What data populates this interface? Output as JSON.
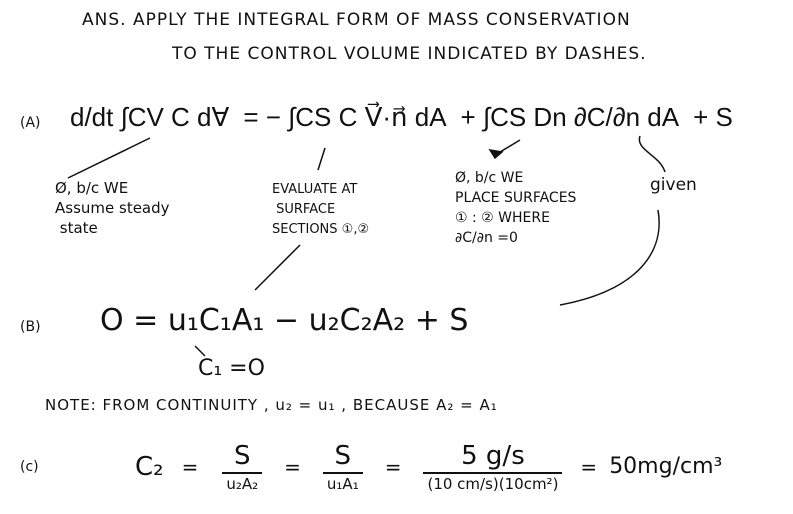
{
  "header": {
    "line1": "ANS.  APPLY  THE  INTEGRAL  FORM  OF  MASS  CONSERVATION",
    "line2": "TO  THE  CONTROL  VOLUME  INDICATED  BY  DASHES."
  },
  "eq_a": {
    "label": "(A)",
    "lhs": "d/dt ∫CV C d∀",
    "term1": "= − ∫CS C V⃗·n⃗ dA",
    "term2": "+ ∫CS Dn ∂C/∂n dA",
    "term3": "+ S",
    "note_lhs": "Ø, b/c WE\nAssume steady\n state",
    "note_term1": "EVALUATE AT\n SURFACE\nSECTIONS ①,②",
    "note_term2": "Ø, b/c WE\nPLACE SURFACES\n① : ② WHERE\n∂C/∂n =0",
    "note_term3": "given"
  },
  "eq_b": {
    "label": "(B)",
    "equation": "O  =  u₁C₁A₁ − u₂C₂A₂   +  S",
    "note": "C₁ =O"
  },
  "note_line": "NOTE:  FROM  CONTINUITY  ,  u₂ = u₁  ,  BECAUSE  A₂ = A₁",
  "eq_c": {
    "label": "(c)",
    "lhs": "C₂",
    "eq1": "=",
    "f1_num": "S",
    "f1_den": "u₂A₂",
    "eq2": "=",
    "f2_num": "S",
    "f2_den": "u₁A₁",
    "eq3": "=",
    "f3_num": "5 g/s",
    "f3_den": "(10 cm/s)(10cm²)",
    "eq4": "=",
    "result": "50mg/cm³"
  }
}
